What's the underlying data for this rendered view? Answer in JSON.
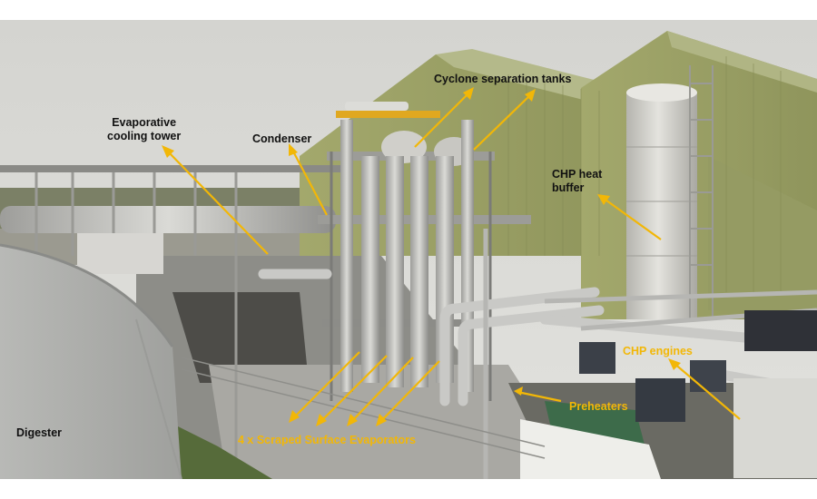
{
  "labels": {
    "cooling_tower": "Evaporative\ncooling tower",
    "condenser": "Condenser",
    "cyclone_tanks": "Cyclone separation tanks",
    "chp_heat_buffer": "CHP heat\nbuffer",
    "digester": "Digester",
    "chp_engines": "CHP engines",
    "preheaters": "Preheaters",
    "evaporators": "4 x Scraped Surface Evaporators"
  },
  "colors": {
    "annotation": "#f2b707",
    "dark_label": "#111111",
    "sky": "#d8d8d4",
    "building": "#9aa064",
    "steel": "#c4c4c2"
  }
}
